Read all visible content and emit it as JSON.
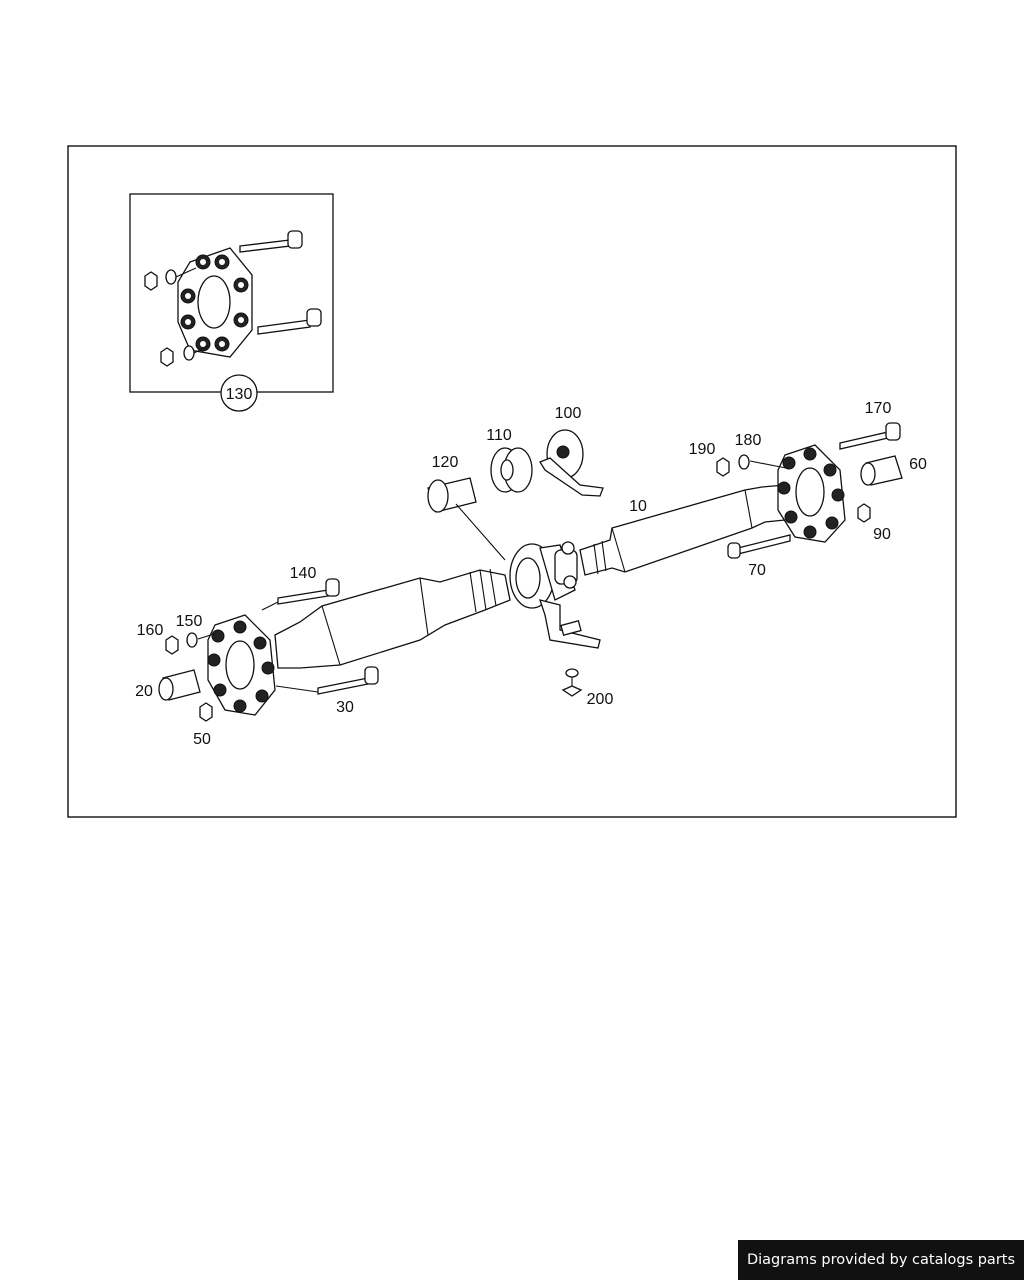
{
  "labels": {
    "p10": "10",
    "p20": "20",
    "p30": "30",
    "p50": "50",
    "p60": "60",
    "p70": "70",
    "p90": "90",
    "p100": "100",
    "p110": "110",
    "p120": "120",
    "p130": "130",
    "p140": "140",
    "p150": "150",
    "p160": "160",
    "p170": "170",
    "p180": "180",
    "p190": "190",
    "p200": "200"
  },
  "credit": "Diagrams provided by catalogs parts"
}
